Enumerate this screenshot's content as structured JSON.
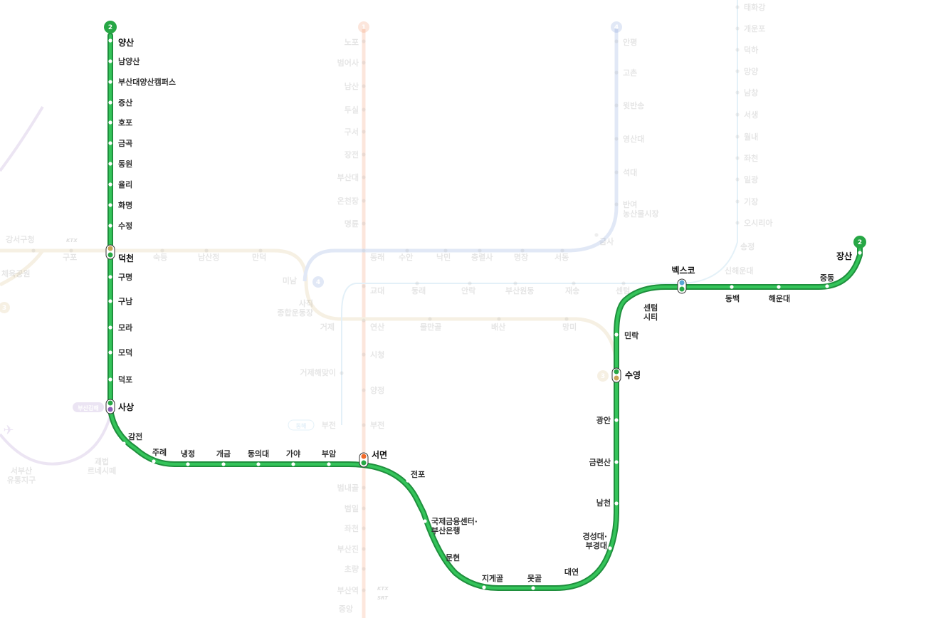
{
  "active_line": {
    "number": "2",
    "color": "#27a745"
  },
  "colors": {
    "line1": "#f06a2a",
    "line2": "#27a745",
    "line3": "#c9a45a",
    "line4": "#4a73c9",
    "busan_gimhae": "#8b5fb6",
    "donghae": "#5aa7d6"
  },
  "line2_stations": {
    "s_yangsan": "양산",
    "s_namyangsan": "남양산",
    "s_pnu_yangsan": "부산대양산캠퍼스",
    "s_jeungsan": "증산",
    "s_hopo": "호포",
    "s_geumgok": "금곡",
    "s_dongwon": "동원",
    "s_yulli": "율리",
    "s_hwamyeong": "화명",
    "s_sujeong": "수정",
    "s_deokcheon": "덕천",
    "s_gumyeong": "구명",
    "s_gunam": "구남",
    "s_mora": "모라",
    "s_modeok": "모덕",
    "s_deokpo": "덕포",
    "s_sasang": "사상",
    "s_gamjeon": "감전",
    "s_jurye": "주례",
    "s_naengjeong": "냉정",
    "s_gaegeum": "개금",
    "s_dongeui": "동의대",
    "s_gaya": "가야",
    "s_buam": "부암",
    "s_seomyeon": "서면",
    "s_jeonpo": "전포",
    "s_bifc": "국제금융센터·\n부산은행",
    "s_munhyeon": "문현",
    "s_jigegol": "지게골",
    "s_motgol": "못골",
    "s_daeyeon": "대연",
    "s_kyungsung": "경성대·\n부경대",
    "s_namcheon": "남천",
    "s_geumnyeonsan": "금련산",
    "s_gwangan": "광안",
    "s_suyeong": "수영",
    "s_millak": "민락",
    "s_centum": "센텀\n시티",
    "s_bexco": "벡스코",
    "s_dongbaek": "동백",
    "s_haeundae": "해운대",
    "s_jungdong": "중동",
    "s_jangsan": "장산"
  },
  "line1_stations": {
    "s_nopo": "노포",
    "s_beomeosa": "범어사",
    "s_namsan": "남산",
    "s_dusil": "두실",
    "s_guseo": "구서",
    "s_jangjeon": "장전",
    "s_pnu": "부산대",
    "s_oncheonjang": "온천장",
    "s_myeongnyun": "명륜",
    "s_dongnae": "동래",
    "s_gyodae": "교대",
    "s_yeonsan": "연산",
    "s_sicheong": "시청",
    "s_yangjeong": "양정",
    "s_bujeon": "부전",
    "s_beomnaegol": "범내골",
    "s_beomil": "범일",
    "s_jwacheon": "좌천",
    "s_busanjin": "부산진",
    "s_choryang": "초량",
    "s_busanyeok": "부산역",
    "s_jungang": "중앙"
  },
  "line3_stations": {
    "s_gangseo": "강서구청",
    "s_sports": "체육공원",
    "s_gupo": "구포",
    "s_sukdeung": "숙등",
    "s_namsanjeong": "남산정",
    "s_mandeok": "만덕",
    "s_minam": "미남",
    "s_sajik": "사직\n종합운동장",
    "s_geoje": "거제",
    "s_mulmangol": "물만골",
    "s_baesan": "배산",
    "s_mangmi": "망미"
  },
  "line4_stations": {
    "s_anpyeong": "안평",
    "s_gochon": "고촌",
    "s_witbansong": "윗반송",
    "s_yeongsan": "영산대",
    "s_seokdae": "석대",
    "s_banyeo": "반여\n농산물시장",
    "s_geumsa": "금사",
    "s_seo_dong": "서동",
    "s_myeongjang": "명장",
    "s_chungnyeolsa": "충렬사",
    "s_nagmin": "낙민",
    "s_suan": "수안"
  },
  "donghae_stations": {
    "s_taehwagang": "태화강",
    "s_gaeunpo": "개운포",
    "s_deokha": "덕하",
    "s_mangyang": "망양",
    "s_namchang": "남창",
    "s_seosaeng": "서생",
    "s_wollae": "월내",
    "s_jwacheon_dh": "좌천",
    "s_ilgwang": "일광",
    "s_gijang": "기장",
    "s_osiria": "오시리아",
    "s_songjeong": "송정",
    "s_sinhaeundae": "신해운대",
    "s_centum_dh": "센텀",
    "s_jaesong": "재송",
    "s_busanwondong": "부산원동",
    "s_anrak": "안락",
    "s_dongnae_dh": "동래",
    "s_geoje_haemaji": "거제해맞이",
    "s_bujeon_dh": "부전",
    "s_bujeon_tag": "동해"
  },
  "other_labels": {
    "ktx_gupo": "KTX",
    "ktx_busan": "KTX\nSRT",
    "busan_gimhae": "부산김해",
    "seobusan": "서부산\n유통지구",
    "gwaebeop": "괘법\n르네시떼"
  },
  "badges": {
    "line2_top": "2",
    "line2_end": "2",
    "line1_top": "1",
    "line4_top": "4",
    "line4_minam": "4",
    "line3_left": "3",
    "line3_suyeong": "3"
  }
}
